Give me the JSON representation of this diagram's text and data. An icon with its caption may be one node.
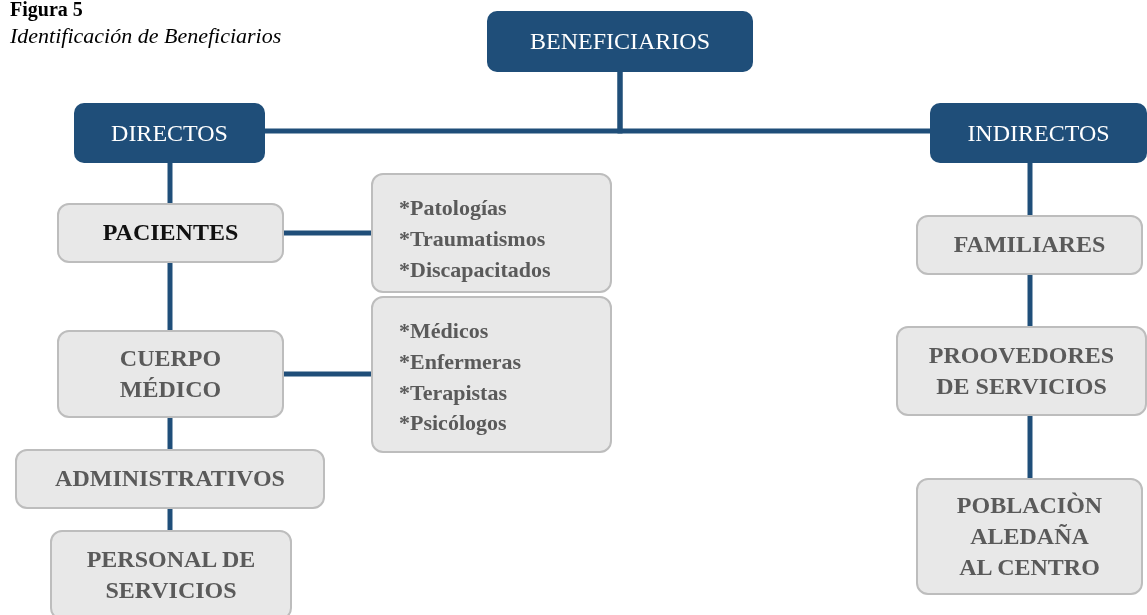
{
  "diagram": {
    "title": "Figura 5",
    "caption": "Identificación de Beneficiarios",
    "nodes": [
      {
        "text": [
          "BENEFICIARIOS"
        ]
      },
      {
        "text": [
          "DIRECTOS"
        ]
      },
      {
        "text": [
          "INDIRECTOS"
        ]
      },
      {
        "text": [
          "PACIENTES"
        ]
      },
      {
        "text": [
          "*Patologías",
          "*Traumatismos",
          "*Discapacitados"
        ]
      },
      {
        "text": [
          "CUERPO MÉDICO"
        ]
      },
      {
        "text": [
          "*Médicos",
          "*Enfermeras",
          "*Terapistas",
          "*Psicólogos"
        ]
      },
      {
        "text": [
          "ADMINISTRATIVOS"
        ]
      },
      {
        "text": [
          "PERSONAL DE SERVICIOS"
        ]
      },
      {
        "text": [
          "FAMILIARES"
        ]
      },
      {
        "text": [
          "PROOVEDORES DE SERVICIOS"
        ]
      },
      {
        "text": [
          "POBLACIÒN ALEDAÑA AL CENTRO"
        ]
      }
    ],
    "edges": [
      {
        "from": 0,
        "to": 1,
        "arrow": "none"
      },
      {
        "from": 0,
        "to": 2,
        "arrow": "none"
      },
      {
        "from": 1,
        "to": 3,
        "arrow": "none"
      },
      {
        "from": 3,
        "to": 4,
        "arrow": "none"
      },
      {
        "from": 3,
        "to": 5,
        "arrow": "none"
      },
      {
        "from": 5,
        "to": 6,
        "arrow": "none"
      },
      {
        "from": 5,
        "to": 7,
        "arrow": "none"
      },
      {
        "from": 7,
        "to": 8,
        "arrow": "none"
      },
      {
        "from": 2,
        "to": 9,
        "arrow": "none"
      },
      {
        "from": 9,
        "to": 10,
        "arrow": "none"
      },
      {
        "from": 10,
        "to": 11,
        "arrow": "none"
      }
    ]
  }
}
